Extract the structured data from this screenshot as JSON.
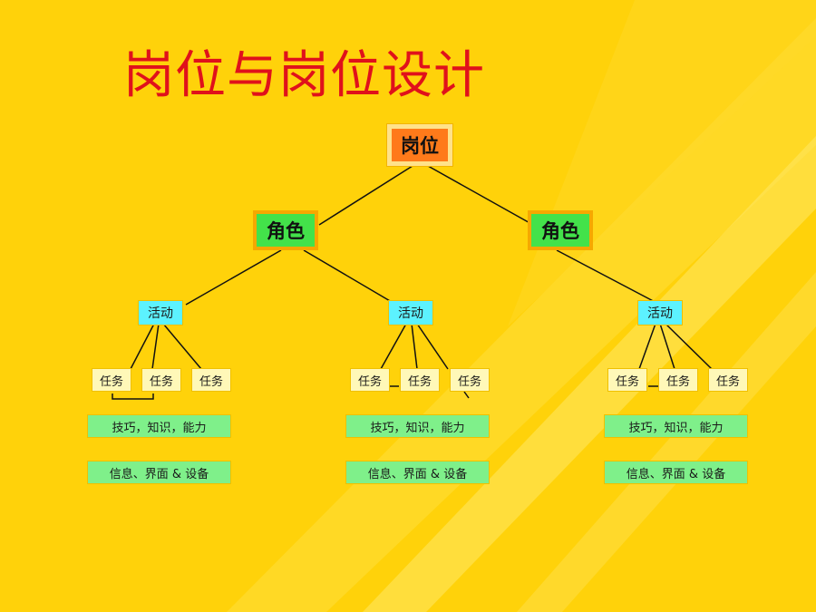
{
  "title": "岗位与岗位设计",
  "colors": {
    "background": "#FFD20A",
    "title": "#E0111B",
    "post_fill": "#FF7A1A",
    "role_fill": "#43E24A",
    "activity_fill": "#5CF2FF",
    "task_fill": "#FFF8B8",
    "attribute_fill": "#7FF08A"
  },
  "post": {
    "label": "岗位"
  },
  "roles": [
    {
      "label": "角色"
    },
    {
      "label": "角色"
    }
  ],
  "groups": [
    {
      "activity": "活动",
      "tasks": [
        "任务",
        "任务",
        "任务"
      ],
      "skills": "技巧，知识，能力",
      "info": "信息、界面  & 设备"
    },
    {
      "activity": "活动",
      "tasks": [
        "任务",
        "任务",
        "任务"
      ],
      "skills": "技巧，知识，能力",
      "info": "信息、界面  & 设备"
    },
    {
      "activity": "活动",
      "tasks": [
        "任务",
        "任务",
        "任务"
      ],
      "skills": "技巧，知识，能力",
      "info": "信息、界面  & 设备"
    }
  ]
}
